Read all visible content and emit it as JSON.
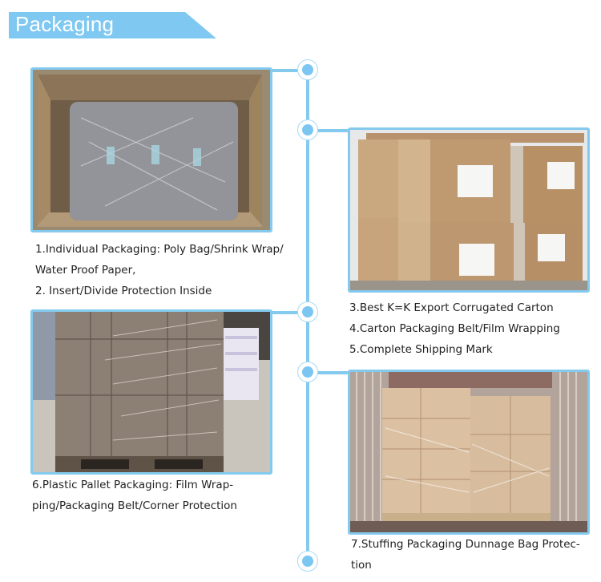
{
  "header": {
    "title": "Packaging",
    "accent_color": "#7fc8f1"
  },
  "timeline": {
    "line_color": "#84c9ee",
    "node_color": "#7cc6f2",
    "node_count": 6
  },
  "steps": [
    {
      "image": "individual-packaging-bubble-wrap-photo",
      "lines": [
        "1.Individual Packaging: Poly Bag/Shrink Wrap/",
        "Water Proof Paper,",
        "2. Insert/Divide Protection Inside"
      ]
    },
    {
      "image": "export-corrugated-cartons-photo",
      "lines": [
        "3.Best K=K Export Corrugated Carton",
        "4.Carton Packaging Belt/Film Wrapping",
        "5.Complete Shipping Mark"
      ]
    },
    {
      "image": "plastic-pallet-film-wrap-photo",
      "lines": [
        "6.Plastic Pallet Packaging: Film Wrap-",
        "ping/Packaging Belt/Corner Protection"
      ]
    },
    {
      "image": "container-stuffing-dunnage-photo",
      "lines": [
        "7.Stuffing Packaging Dunnage Bag Protec-",
        "tion"
      ]
    }
  ]
}
